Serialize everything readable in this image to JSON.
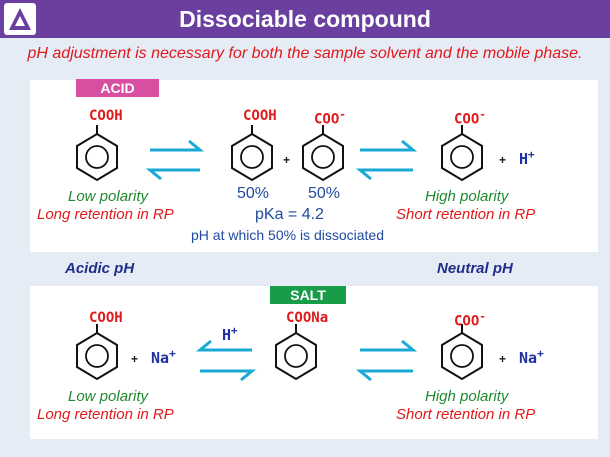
{
  "header": {
    "title": "Dissociable compound"
  },
  "subtitle": "pH adjustment is necessary for both the sample solvent and the mobile phase.",
  "acid_panel": {
    "badge": "ACID",
    "left": {
      "group": "COOH",
      "polarity": "Low polarity",
      "retention": "Long retention in RP"
    },
    "middle": {
      "group1": "COOH",
      "group2": "COO",
      "charge": "-",
      "plus": "+",
      "pct1": "50%",
      "pct2": "50%",
      "pka": "pKa = 4.2",
      "note": "pH at which 50% is dissociated"
    },
    "right": {
      "group": "COO",
      "charge": "-",
      "plus": "+",
      "ion": "H",
      "ion_charge": "+",
      "polarity": "High polarity",
      "retention": "Short retention in RP"
    }
  },
  "ph_labels": {
    "left": "Acidic pH",
    "right": "Neutral pH"
  },
  "salt_panel": {
    "badge": "SALT",
    "left": {
      "group": "COOH",
      "plus": "+",
      "ion": "Na",
      "ion_charge": "+",
      "polarity": "Low polarity",
      "retention": "Long retention in RP"
    },
    "arrow_label": "H",
    "arrow_label_charge": "+",
    "middle": {
      "group": "COONa"
    },
    "right": {
      "group": "COO",
      "charge": "-",
      "plus": "+",
      "ion": "Na",
      "ion_charge": "+",
      "polarity": "High polarity",
      "retention": "Short retention in RP"
    }
  }
}
